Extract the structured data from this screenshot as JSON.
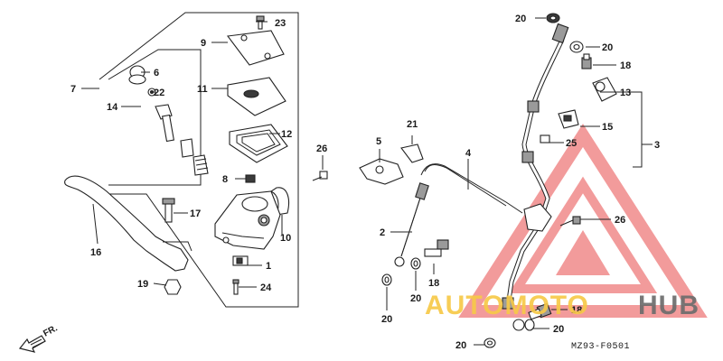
{
  "diagram_code": "MZ93-F0501",
  "direction_marker": "FR.",
  "watermark": {
    "part1": "AUTOMOTO",
    "part2": "HUB",
    "color_primary": "#f7c948",
    "color_secondary": "#6d6d6d",
    "triangle_color": "#f08a8a"
  },
  "callouts": {
    "c1": "1",
    "c2": "2",
    "c3": "3",
    "c4": "4",
    "c5": "5",
    "c6": "6",
    "c7": "7",
    "c8": "8",
    "c9": "9",
    "c10": "10",
    "c11": "11",
    "c12": "12",
    "c13": "13",
    "c14": "14",
    "c15": "15",
    "c16": "16",
    "c17": "17",
    "c18a": "18",
    "c18b": "18",
    "c18c": "18",
    "c19": "19",
    "c20a": "20",
    "c20b": "20",
    "c20c": "20",
    "c20d": "20",
    "c20e": "20",
    "c20f": "20",
    "c21": "21",
    "c22": "22",
    "c23": "23",
    "c24": "24",
    "c25": "25",
    "c26a": "26",
    "c26b": "26"
  }
}
